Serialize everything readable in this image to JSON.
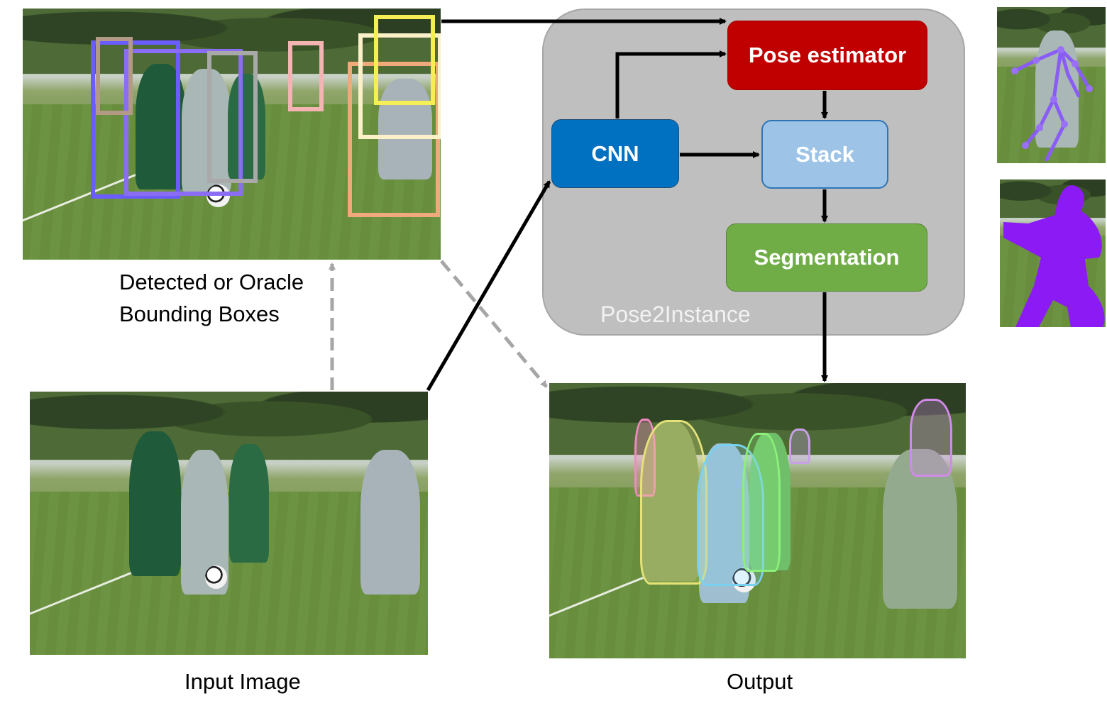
{
  "captions": {
    "boxes_line1": "Detected or Oracle",
    "boxes_line2": "Bounding Boxes",
    "input": "Input Image",
    "output": "Output"
  },
  "pipeline": {
    "label": "Pose2Instance",
    "cnn": "CNN",
    "pose_estimator": "Pose estimator",
    "stack": "Stack",
    "segmentation": "Segmentation"
  },
  "colors": {
    "cnn": "#0070c0",
    "pose_estimator": "#c00000",
    "stack": "#9dc3e6",
    "segmentation": "#70ad47",
    "panel": "#bfbfbf"
  }
}
